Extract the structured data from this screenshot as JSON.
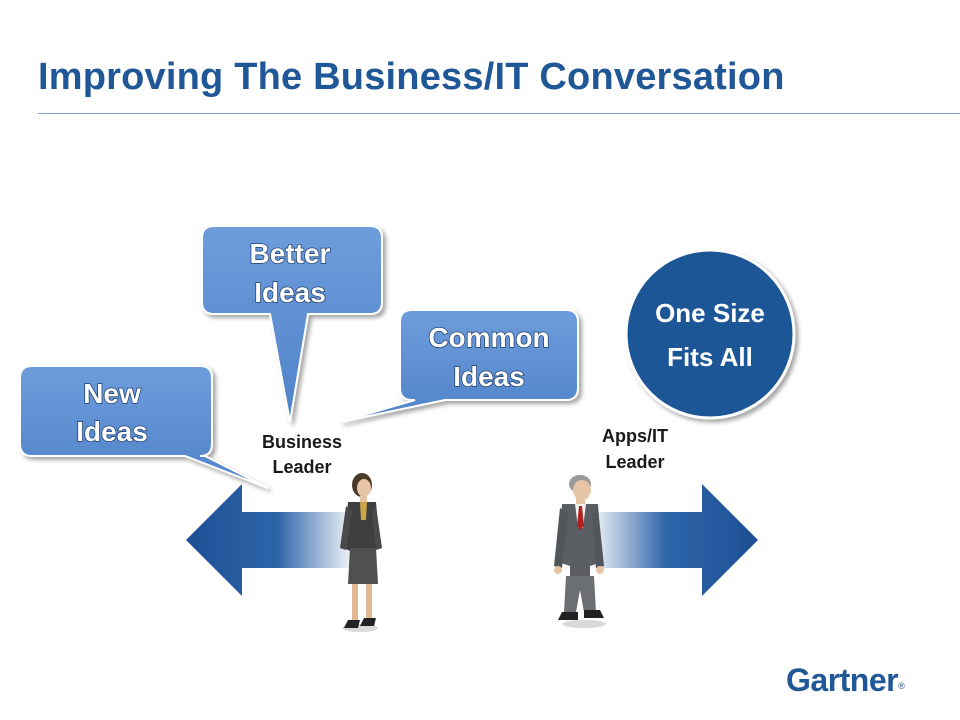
{
  "slide": {
    "title": "Improving The Business/IT Conversation"
  },
  "bubbles": {
    "new_ideas": [
      "New",
      "Ideas"
    ],
    "better_ideas": [
      "Better",
      "Ideas"
    ],
    "common_ideas": [
      "Common",
      "Ideas"
    ]
  },
  "circle": [
    "One Size",
    "Fits All"
  ],
  "roles": {
    "business_leader": [
      "Business",
      "Leader"
    ],
    "apps_it_leader": [
      "Apps/IT",
      "Leader"
    ]
  },
  "logo": {
    "text": "Gartner",
    "mark": "®"
  },
  "colors": {
    "title": "#1f5797",
    "bubble_fill": "#5b8fd4",
    "circle_fill": "#1f5797",
    "arrow_fill": "#1e4f95"
  }
}
